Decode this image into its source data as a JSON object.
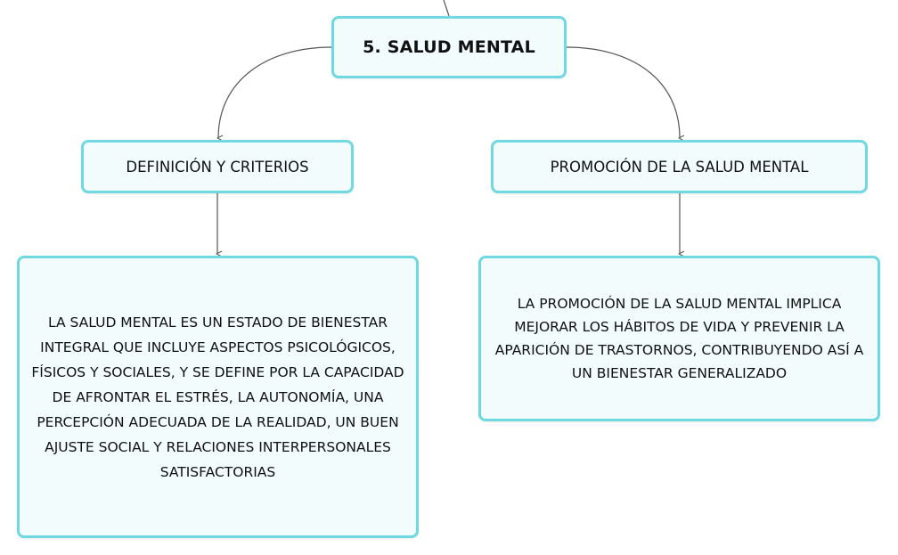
{
  "colors": {
    "node_border": "#6fd8e0",
    "node_fill": "#f2fcfd",
    "connector": "#555555"
  },
  "root": {
    "label": "5. SALUD MENTAL"
  },
  "branches": [
    {
      "header": "DEFINICIÓN Y CRITERIOS",
      "body": "LA SALUD MENTAL ES UN ESTADO DE BIENESTAR INTEGRAL QUE INCLUYE ASPECTOS PSICOLÓGICOS, FÍSICOS Y SOCIALES, Y SE DEFINE POR LA CAPACIDAD DE AFRONTAR EL ESTRÉS, LA AUTONOMÍA, UNA PERCEPCIÓN ADECUADA DE LA REALIDAD, UN BUEN AJUSTE SOCIAL Y RELACIONES INTERPERSONALES SATISFACTORIAS"
    },
    {
      "header": "PROMOCIÓN DE LA SALUD MENTAL",
      "body": "LA PROMOCIÓN DE LA SALUD MENTAL IMPLICA MEJORAR LOS HÁBITOS DE VIDA Y PREVENIR LA APARICIÓN DE TRASTORNOS, CONTRIBUYENDO ASÍ A UN BIENESTAR GENERALIZADO"
    }
  ]
}
